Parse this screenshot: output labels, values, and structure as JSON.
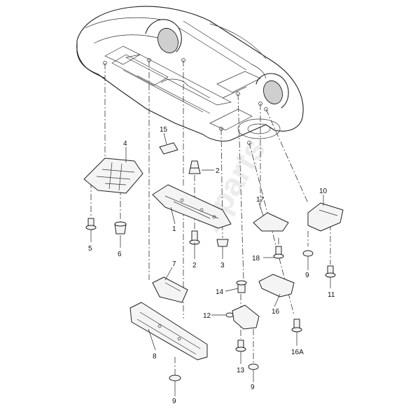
{
  "watermark": "Xparts",
  "callouts": {
    "c1": "1",
    "c2a": "2",
    "c2b": "2",
    "c3": "3",
    "c4": "4",
    "c5": "5",
    "c6": "6",
    "c7": "7",
    "c8": "8",
    "c9a": "9",
    "c9b": "9",
    "c9c": "9",
    "c10": "10",
    "c11": "11",
    "c12": "12",
    "c13": "13",
    "c14": "14",
    "c15": "15",
    "c16": "16",
    "c16a": "16A",
    "c17": "17",
    "c18": "18"
  }
}
